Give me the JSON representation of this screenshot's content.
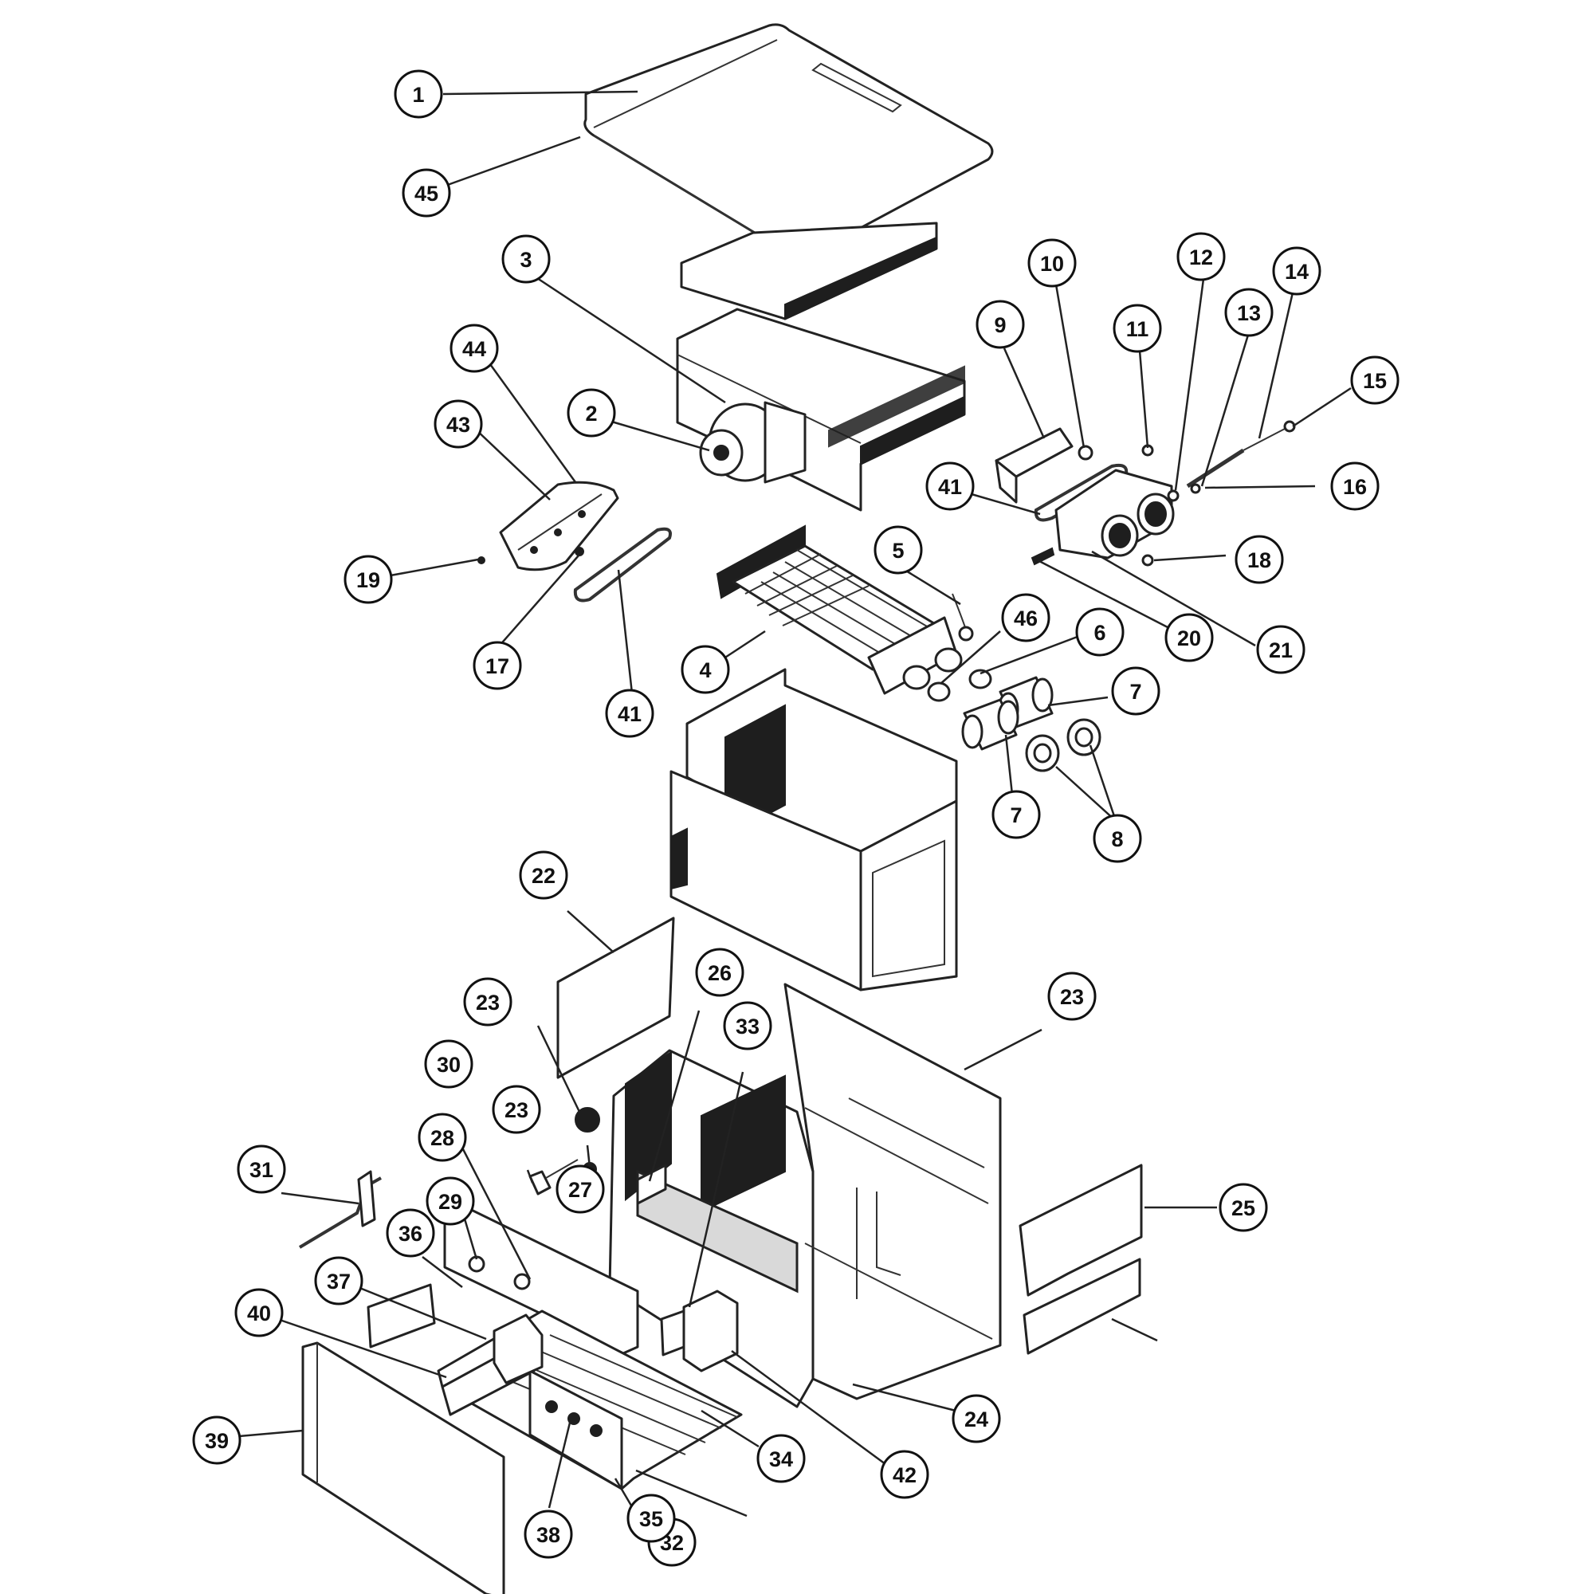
{
  "colors": {
    "line": "#222222",
    "dark_fill": "#1e1e1e",
    "background": "#ffffff"
  },
  "callouts": [
    "1",
    "45",
    "3",
    "2",
    "44",
    "43",
    "19",
    "17",
    "41",
    "10",
    "9",
    "11",
    "12",
    "13",
    "14",
    "15",
    "16",
    "41",
    "18",
    "20",
    "21",
    "5",
    "46",
    "6",
    "7",
    "7",
    "8",
    "4",
    "22",
    "23",
    "26",
    "33",
    "23",
    "27",
    "23",
    "29",
    "30",
    "28",
    "31",
    "36",
    "37",
    "40",
    "39",
    "38",
    "32",
    "35",
    "34",
    "42",
    "24",
    "25"
  ]
}
